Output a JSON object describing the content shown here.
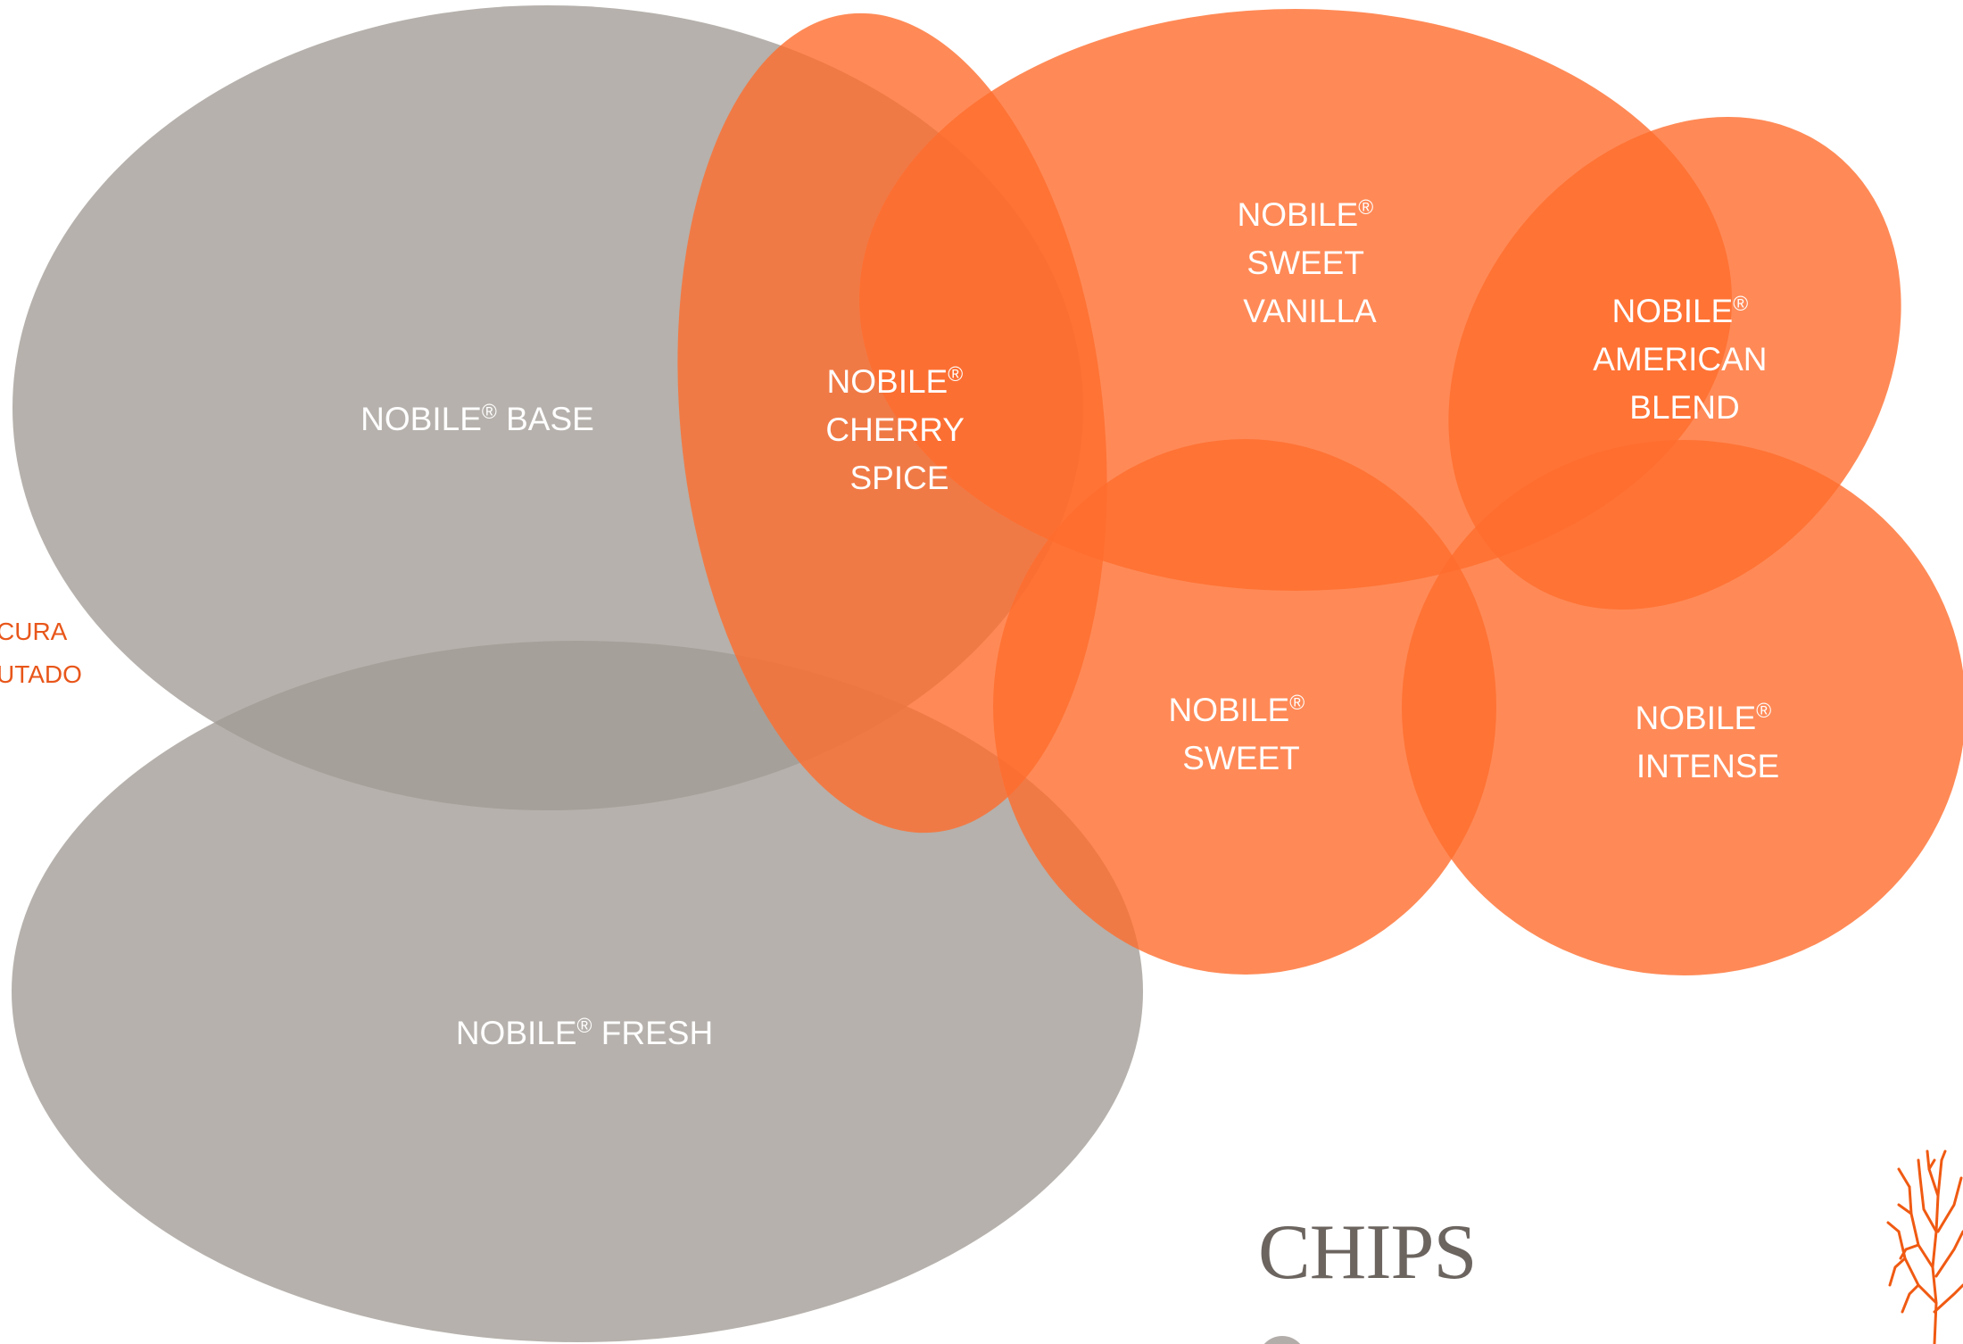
{
  "colors": {
    "grey_ellipse": "#a29b95",
    "orange_ellipse": "#ff6d2d",
    "edge_text": "#e8561a",
    "heading": "#6b645f",
    "icon": "#f05a12",
    "swatch": "#b3adaa"
  },
  "diagram": {
    "base": {
      "line1": "NOBILE",
      "mark": "®",
      "rest": " BASE"
    },
    "fresh": {
      "line1": "NOBILE",
      "mark": "®",
      "rest": " FRESH"
    },
    "cherry_spice": {
      "line1": "NOBILE",
      "mark": "®",
      "line2": "CHERRY",
      "line3": "SPICE"
    },
    "sweet_vanilla": {
      "line1": "NOBILE",
      "mark": "®",
      "line2": "SWEET",
      "line3": "VANILLA"
    },
    "american_blend": {
      "line1": "NOBILE",
      "mark": "®",
      "line2": "AMERICAN",
      "line3": "BLEND"
    },
    "sweet": {
      "line1": "NOBILE",
      "mark": "®",
      "line2": "SWEET"
    },
    "intense": {
      "line1": "NOBILE",
      "mark": "®",
      "line2": "INTENSE"
    }
  },
  "edge_text": {
    "line1": "CURA",
    "line2": "UTADO"
  },
  "heading": "CHIPS",
  "icons": {
    "logo": "oak-tree-icon",
    "swatch": "grey-dot-icon"
  }
}
